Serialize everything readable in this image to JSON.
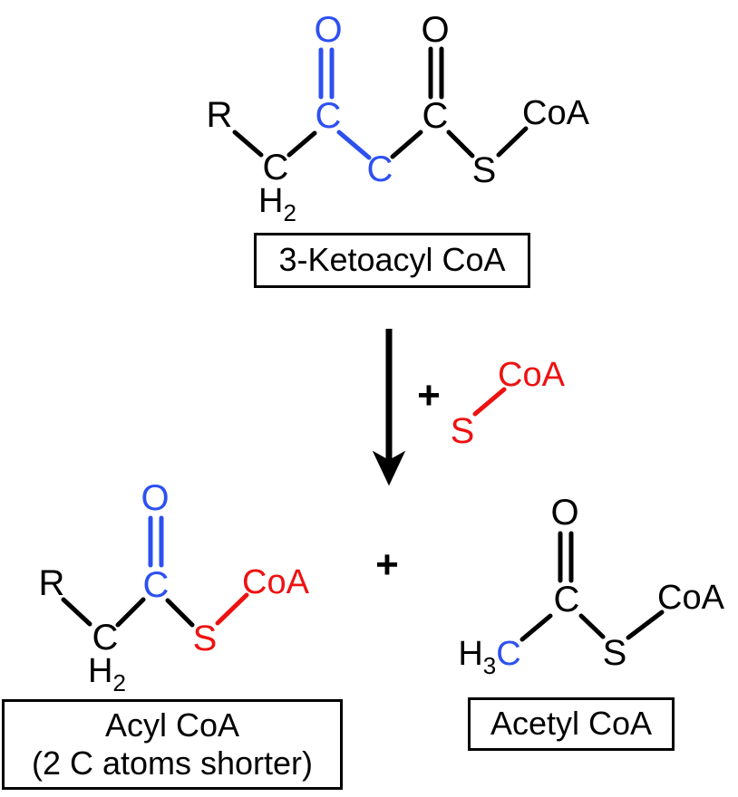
{
  "colors": {
    "ink": "#000000",
    "highlight-blue": "#2D50F0",
    "highlight-red": "#EE1111",
    "paper": "#FFFFFF"
  },
  "ketoacyl": {
    "caption": "3-Ketoacyl CoA",
    "r": "R",
    "ch2_c": "C",
    "ch2_h": "H",
    "ch2_sub": "2",
    "keto_c": "C",
    "keto_o": "O",
    "alpha_c": "C",
    "thioester_c": "C",
    "thioester_o": "O",
    "s": "S",
    "coa": "CoA"
  },
  "reagent": {
    "plus": "+",
    "s": "S",
    "coa": "CoA"
  },
  "products": {
    "plus": "+"
  },
  "acyl": {
    "caption_line1": "Acyl CoA",
    "caption_line2": "(2 C atoms shorter)",
    "r": "R",
    "ch2_c": "C",
    "ch2_h": "H",
    "ch2_sub": "2",
    "carbonyl_c": "C",
    "carbonyl_o": "O",
    "s": "S",
    "coa": "CoA"
  },
  "acetyl": {
    "caption": "Acetyl CoA",
    "methyl_h": "H",
    "methyl_sub": "3",
    "methyl_c": "C",
    "carbonyl_c": "C",
    "carbonyl_o": "O",
    "s": "S",
    "coa": "CoA"
  }
}
